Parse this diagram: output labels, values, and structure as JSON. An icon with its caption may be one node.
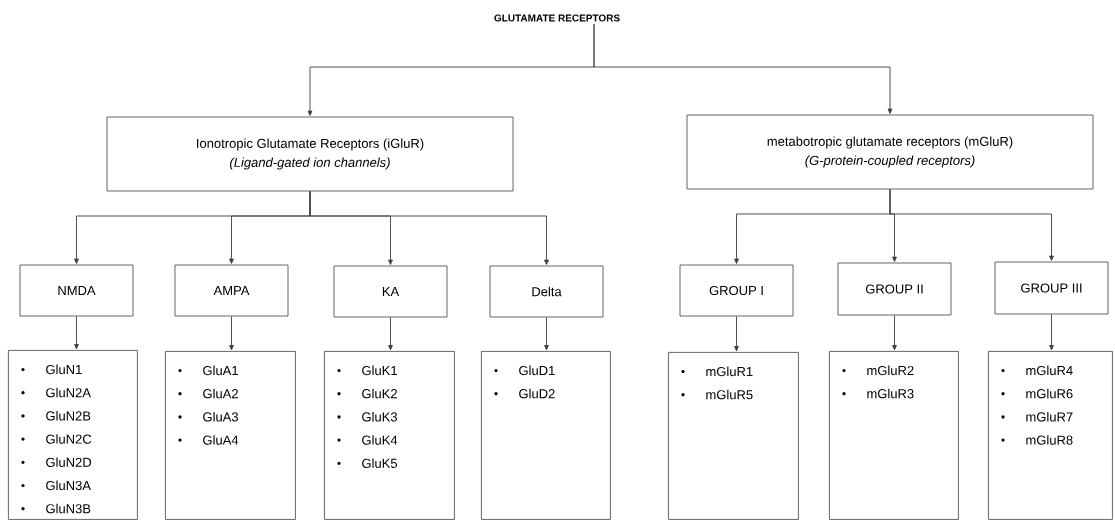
{
  "diagram": {
    "nodes": [
      {
        "text": [
          "GLUTAMATE RECEPTORS"
        ]
      },
      {
        "text": [
          "Ionotropic Glutamate Receptors (iGluR)",
          "(Ligand-gated ion channels)"
        ]
      },
      {
        "text": [
          "metabotropic glutamate receptors (mGluR)",
          "(G-protein-coupled receptors)"
        ]
      },
      {
        "text": [
          "NMDA"
        ]
      },
      {
        "text": [
          "AMPA"
        ]
      },
      {
        "text": [
          "KA"
        ]
      },
      {
        "text": [
          "Delta"
        ]
      },
      {
        "text": [
          "GROUP I"
        ]
      },
      {
        "text": [
          "GROUP II"
        ]
      },
      {
        "text": [
          "GROUP III"
        ]
      },
      {
        "text": [
          "GluN1",
          "GluN2A",
          "GluN2B",
          "GluN2C",
          "GluN2D",
          "GluN3A",
          "GluN3B"
        ]
      },
      {
        "text": [
          "GluA1",
          "GluA2",
          "GluA3",
          "GluA4"
        ]
      },
      {
        "text": [
          "GluK1",
          "GluK2",
          "GluK3",
          "GluK4",
          "GluK5"
        ]
      },
      {
        "text": [
          "GluD1",
          "GluD2"
        ]
      },
      {
        "text": [
          "mGluR1",
          "mGluR5"
        ]
      },
      {
        "text": [
          "mGluR2",
          "mGluR3"
        ]
      },
      {
        "text": [
          "mGluR4",
          "mGluR6",
          "mGluR7",
          "mGluR8"
        ]
      }
    ],
    "edges": [
      {
        "from": 0,
        "to": 1,
        "arrow": "to"
      },
      {
        "from": 0,
        "to": 2,
        "arrow": "to"
      },
      {
        "from": 1,
        "to": 3,
        "arrow": "to"
      },
      {
        "from": 1,
        "to": 4,
        "arrow": "to"
      },
      {
        "from": 1,
        "to": 5,
        "arrow": "to"
      },
      {
        "from": 1,
        "to": 6,
        "arrow": "to"
      },
      {
        "from": 2,
        "to": 7,
        "arrow": "to"
      },
      {
        "from": 2,
        "to": 8,
        "arrow": "to"
      },
      {
        "from": 2,
        "to": 9,
        "arrow": "to"
      },
      {
        "from": 3,
        "to": 10,
        "arrow": "to"
      },
      {
        "from": 4,
        "to": 11,
        "arrow": "to"
      },
      {
        "from": 5,
        "to": 12,
        "arrow": "to"
      },
      {
        "from": 6,
        "to": 13,
        "arrow": "to"
      },
      {
        "from": 7,
        "to": 14,
        "arrow": "to"
      },
      {
        "from": 8,
        "to": 15,
        "arrow": "to"
      },
      {
        "from": 9,
        "to": 16,
        "arrow": "to"
      }
    ]
  }
}
